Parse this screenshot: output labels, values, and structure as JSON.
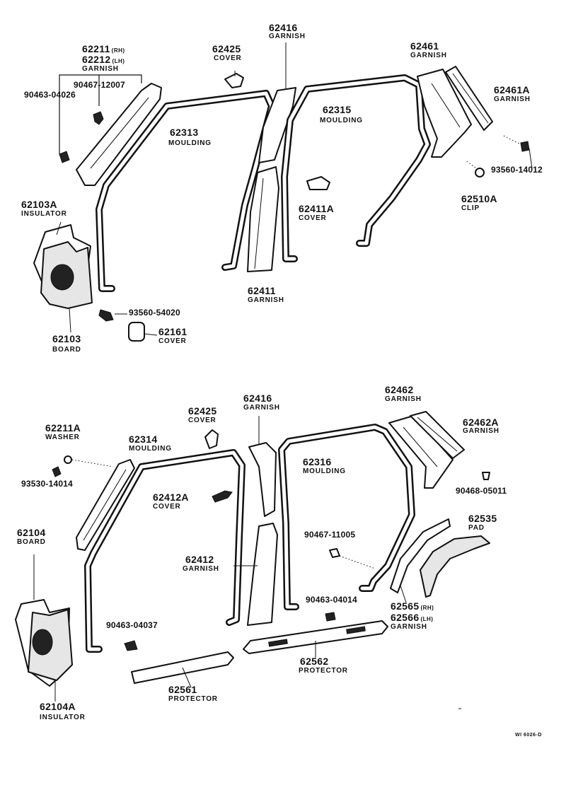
{
  "footer_code": "WI 6026-D",
  "top": {
    "l_62211": {
      "num": "62211",
      "suffix": "(RH)"
    },
    "l_62212": {
      "num": "62212",
      "suffix": "(LH)",
      "name": "GARNISH"
    },
    "l_90467_12007": {
      "num": "90467-12007"
    },
    "l_90463_04026": {
      "num": "90463-04026"
    },
    "l_62425": {
      "num": "62425",
      "name": "COVER"
    },
    "l_62416": {
      "num": "62416",
      "name": "GARNISH"
    },
    "l_62313": {
      "num": "62313",
      "name": "MOULDING"
    },
    "l_62315": {
      "num": "62315",
      "name": "MOULDING"
    },
    "l_62461": {
      "num": "62461",
      "name": "GARNISH"
    },
    "l_62461A": {
      "num": "62461A",
      "name": "GARNISH"
    },
    "l_93560_14012": {
      "num": "93560-14012"
    },
    "l_62510A": {
      "num": "62510A",
      "name": "CLIP"
    },
    "l_62411A": {
      "num": "62411A",
      "name": "COVER"
    },
    "l_62103A": {
      "num": "62103A",
      "name": "INSULATOR"
    },
    "l_62411": {
      "num": "62411",
      "name": "GARNISH"
    },
    "l_93560_54020": {
      "num": "93560-54020"
    },
    "l_62103": {
      "num": "62103",
      "name": "BOARD"
    },
    "l_62161": {
      "num": "62161",
      "name": "COVER"
    }
  },
  "bottom": {
    "l_62462": {
      "num": "62462",
      "name": "GARNISH"
    },
    "l_62462A": {
      "num": "62462A",
      "name": "GARNISH"
    },
    "l_62416": {
      "num": "62416",
      "name": "GARNISH"
    },
    "l_62425": {
      "num": "62425",
      "name": "COVER"
    },
    "l_62211A": {
      "num": "62211A",
      "name": "WASHER"
    },
    "l_62314": {
      "num": "62314",
      "name": "MOULDING"
    },
    "l_62316": {
      "num": "62316",
      "name": "MOULDING"
    },
    "l_90468_05011": {
      "num": "90468-05011"
    },
    "l_93530_14014": {
      "num": "93530-14014"
    },
    "l_62412A": {
      "num": "62412A",
      "name": "COVER"
    },
    "l_62535": {
      "num": "62535",
      "name": "PAD"
    },
    "l_62104": {
      "num": "62104",
      "name": "BOARD"
    },
    "l_90467_11005": {
      "num": "90467-11005"
    },
    "l_62412": {
      "num": "62412",
      "name": "GARNISH"
    },
    "l_62565": {
      "num": "62565",
      "suffix": "(RH)"
    },
    "l_62566": {
      "num": "62566",
      "suffix": "(LH)",
      "name": "GARNISH"
    },
    "l_90463_04014": {
      "num": "90463-04014"
    },
    "l_90463_04037": {
      "num": "90463-04037"
    },
    "l_62562": {
      "num": "62562",
      "name": "PROTECTOR"
    },
    "l_62561": {
      "num": "62561",
      "name": "PROTECTOR"
    },
    "l_62104A": {
      "num": "62104A",
      "name": "INSULATOR"
    }
  }
}
